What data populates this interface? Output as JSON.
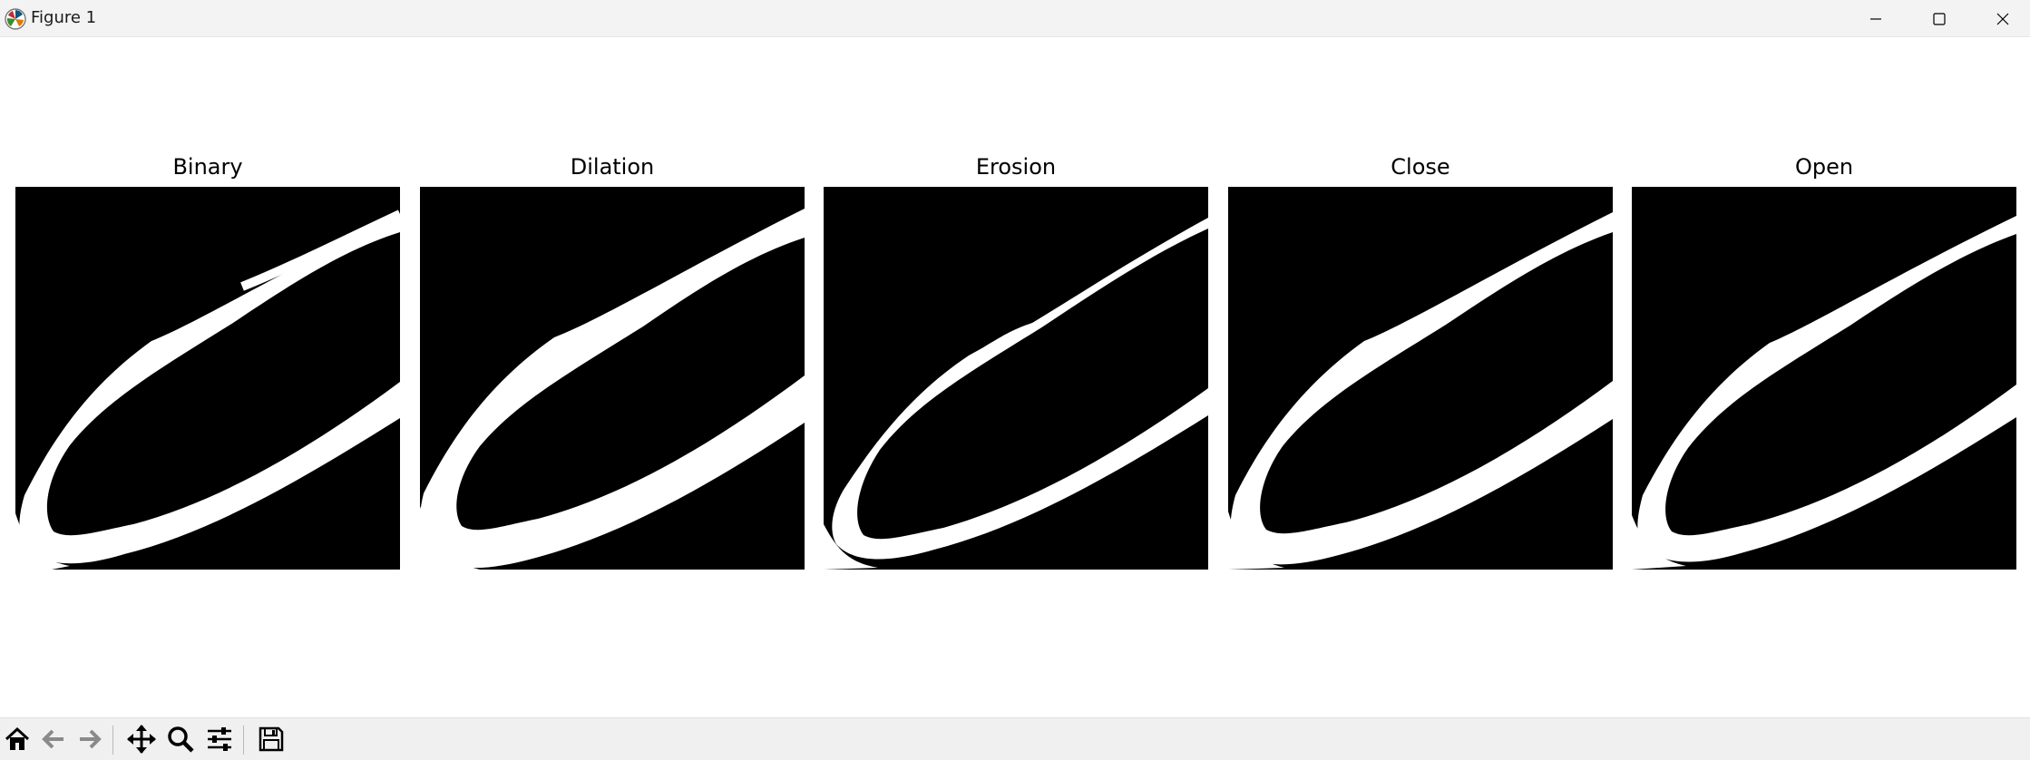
{
  "window": {
    "title": "Figure 1",
    "controls": {
      "minimize_icon": "minimize-icon",
      "maximize_icon": "maximize-icon",
      "close_icon": "close-icon"
    }
  },
  "figure": {
    "background": "#ffffff",
    "panels": [
      {
        "title": "Binary",
        "variant": "binary"
      },
      {
        "title": "Dilation",
        "variant": "dilation"
      },
      {
        "title": "Erosion",
        "variant": "erosion"
      },
      {
        "title": "Close",
        "variant": "close"
      },
      {
        "title": "Open",
        "variant": "open"
      }
    ],
    "image_colors": {
      "background": "#000000",
      "foreground": "#ffffff"
    }
  },
  "toolbar": {
    "buttons": [
      {
        "name": "home-button",
        "icon": "home-icon"
      },
      {
        "name": "back-button",
        "icon": "arrow-left-icon"
      },
      {
        "name": "forward-button",
        "icon": "arrow-right-icon"
      },
      {
        "name": "pan-button",
        "icon": "move-icon"
      },
      {
        "name": "zoom-button",
        "icon": "magnifier-icon"
      },
      {
        "name": "configure-subplots-button",
        "icon": "sliders-icon"
      },
      {
        "name": "save-button",
        "icon": "floppy-disk-icon"
      }
    ]
  }
}
